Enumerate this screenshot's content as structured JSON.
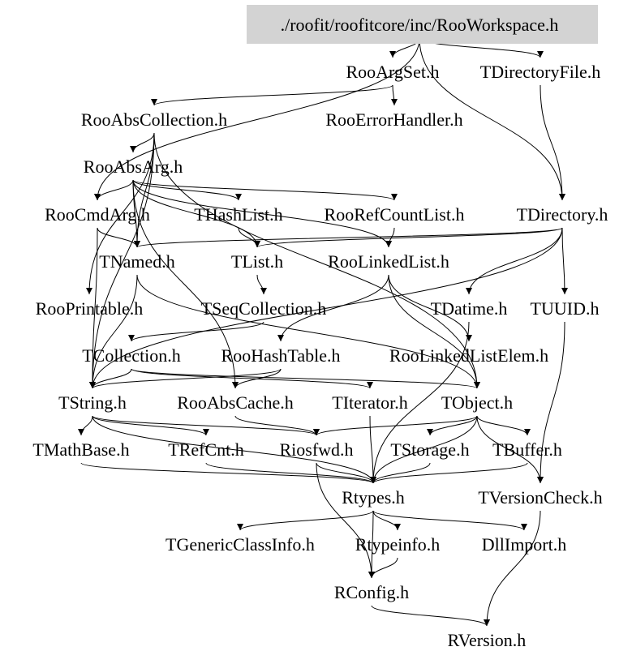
{
  "diagram": {
    "title": "./roofit/roofitcore/inc/RooWorkspace.h",
    "root_fill": "#d3d3d3",
    "nodes": [
      {
        "id": "root",
        "label": "./roofit/roofitcore/inc/RooWorkspace.h",
        "root": true
      },
      {
        "id": "RooArgSet",
        "label": "RooArgSet.h"
      },
      {
        "id": "TDirectoryFile",
        "label": "TDirectoryFile.h"
      },
      {
        "id": "RooAbsCollection",
        "label": "RooAbsCollection.h"
      },
      {
        "id": "RooErrorHandler",
        "label": "RooErrorHandler.h"
      },
      {
        "id": "RooAbsArg",
        "label": "RooAbsArg.h"
      },
      {
        "id": "RooCmdArg",
        "label": "RooCmdArg.h"
      },
      {
        "id": "THashList",
        "label": "THashList.h"
      },
      {
        "id": "RooRefCountList",
        "label": "RooRefCountList.h"
      },
      {
        "id": "TDirectory",
        "label": "TDirectory.h"
      },
      {
        "id": "TNamed",
        "label": "TNamed.h"
      },
      {
        "id": "TList",
        "label": "TList.h"
      },
      {
        "id": "RooLinkedList",
        "label": "RooLinkedList.h"
      },
      {
        "id": "RooPrintable",
        "label": "RooPrintable.h"
      },
      {
        "id": "TSeqCollection",
        "label": "TSeqCollection.h"
      },
      {
        "id": "TDatime",
        "label": "TDatime.h"
      },
      {
        "id": "TUUID",
        "label": "TUUID.h"
      },
      {
        "id": "TCollection",
        "label": "TCollection.h"
      },
      {
        "id": "RooHashTable",
        "label": "RooHashTable.h"
      },
      {
        "id": "RooLinkedListElem",
        "label": "RooLinkedListElem.h"
      },
      {
        "id": "TString",
        "label": "TString.h"
      },
      {
        "id": "RooAbsCache",
        "label": "RooAbsCache.h"
      },
      {
        "id": "TIterator",
        "label": "TIterator.h"
      },
      {
        "id": "TObject",
        "label": "TObject.h"
      },
      {
        "id": "TMathBase",
        "label": "TMathBase.h"
      },
      {
        "id": "TRefCnt",
        "label": "TRefCnt.h"
      },
      {
        "id": "Riosfwd",
        "label": "Riosfwd.h"
      },
      {
        "id": "TStorage",
        "label": "TStorage.h"
      },
      {
        "id": "TBuffer",
        "label": "TBuffer.h"
      },
      {
        "id": "Rtypes",
        "label": "Rtypes.h"
      },
      {
        "id": "TVersionCheck",
        "label": "TVersionCheck.h"
      },
      {
        "id": "TGenericClassInfo",
        "label": "TGenericClassInfo.h"
      },
      {
        "id": "Rtypeinfo",
        "label": "Rtypeinfo.h"
      },
      {
        "id": "DllImport",
        "label": "DllImport.h"
      },
      {
        "id": "RConfig",
        "label": "RConfig.h"
      },
      {
        "id": "RVersion",
        "label": "RVersion.h"
      }
    ],
    "edges": [
      [
        "root",
        "RooArgSet"
      ],
      [
        "root",
        "TDirectoryFile"
      ],
      [
        "root",
        "RooCmdArg"
      ],
      [
        "root",
        "TDirectory"
      ],
      [
        "RooArgSet",
        "RooAbsCollection"
      ],
      [
        "RooArgSet",
        "RooErrorHandler"
      ],
      [
        "TDirectoryFile",
        "TDirectory"
      ],
      [
        "RooAbsCollection",
        "RooAbsArg"
      ],
      [
        "RooAbsCollection",
        "TNamed"
      ],
      [
        "RooAbsCollection",
        "RooPrintable"
      ],
      [
        "RooAbsCollection",
        "TString"
      ],
      [
        "RooAbsCollection",
        "TObject"
      ],
      [
        "RooAbsArg",
        "RooCmdArg"
      ],
      [
        "RooAbsArg",
        "THashList"
      ],
      [
        "RooAbsArg",
        "RooRefCountList"
      ],
      [
        "RooAbsArg",
        "TNamed"
      ],
      [
        "RooAbsArg",
        "TList"
      ],
      [
        "RooAbsArg",
        "RooLinkedList"
      ],
      [
        "RooAbsArg",
        "RooAbsCache"
      ],
      [
        "RooCmdArg",
        "TNamed"
      ],
      [
        "RooCmdArg",
        "TString"
      ],
      [
        "THashList",
        "TList"
      ],
      [
        "RooRefCountList",
        "RooLinkedList"
      ],
      [
        "TDirectory",
        "TNamed"
      ],
      [
        "TDirectory",
        "TList"
      ],
      [
        "TDirectory",
        "TDatime"
      ],
      [
        "TDirectory",
        "TUUID"
      ],
      [
        "TDirectory",
        "TString"
      ],
      [
        "TNamed",
        "TObject"
      ],
      [
        "TNamed",
        "TString"
      ],
      [
        "TList",
        "TSeqCollection"
      ],
      [
        "RooLinkedList",
        "RooHashTable"
      ],
      [
        "RooLinkedList",
        "RooLinkedListElem"
      ],
      [
        "RooLinkedList",
        "TObject"
      ],
      [
        "TSeqCollection",
        "TCollection"
      ],
      [
        "TCollection",
        "TObject"
      ],
      [
        "TCollection",
        "TString"
      ],
      [
        "TCollection",
        "TIterator"
      ],
      [
        "RooHashTable",
        "TString"
      ],
      [
        "RooHashTable",
        "RooAbsCache"
      ],
      [
        "TDatime",
        "Rtypes"
      ],
      [
        "TUUID",
        "TVersionCheck"
      ],
      [
        "TString",
        "TMathBase"
      ],
      [
        "TString",
        "TRefCnt"
      ],
      [
        "TString",
        "Riosfwd"
      ],
      [
        "TString",
        "Rtypes"
      ],
      [
        "RooAbsCache",
        "Riosfwd"
      ],
      [
        "TIterator",
        "Rtypes"
      ],
      [
        "TObject",
        "TStorage"
      ],
      [
        "TObject",
        "Riosfwd"
      ],
      [
        "TObject",
        "TBuffer"
      ],
      [
        "TObject",
        "Rtypes"
      ],
      [
        "TObject",
        "TVersionCheck"
      ],
      [
        "TMathBase",
        "Rtypes"
      ],
      [
        "TRefCnt",
        "Rtypes"
      ],
      [
        "Riosfwd",
        "Rtypes"
      ],
      [
        "Riosfwd",
        "RConfig"
      ],
      [
        "TStorage",
        "Rtypes"
      ],
      [
        "TBuffer",
        "Rtypes"
      ],
      [
        "Rtypes",
        "TGenericClassInfo"
      ],
      [
        "Rtypes",
        "Rtypeinfo"
      ],
      [
        "Rtypes",
        "DllImport"
      ],
      [
        "Rtypes",
        "RConfig"
      ],
      [
        "Rtypeinfo",
        "RConfig"
      ],
      [
        "RConfig",
        "RVersion"
      ],
      [
        "TVersionCheck",
        "RVersion"
      ]
    ]
  }
}
